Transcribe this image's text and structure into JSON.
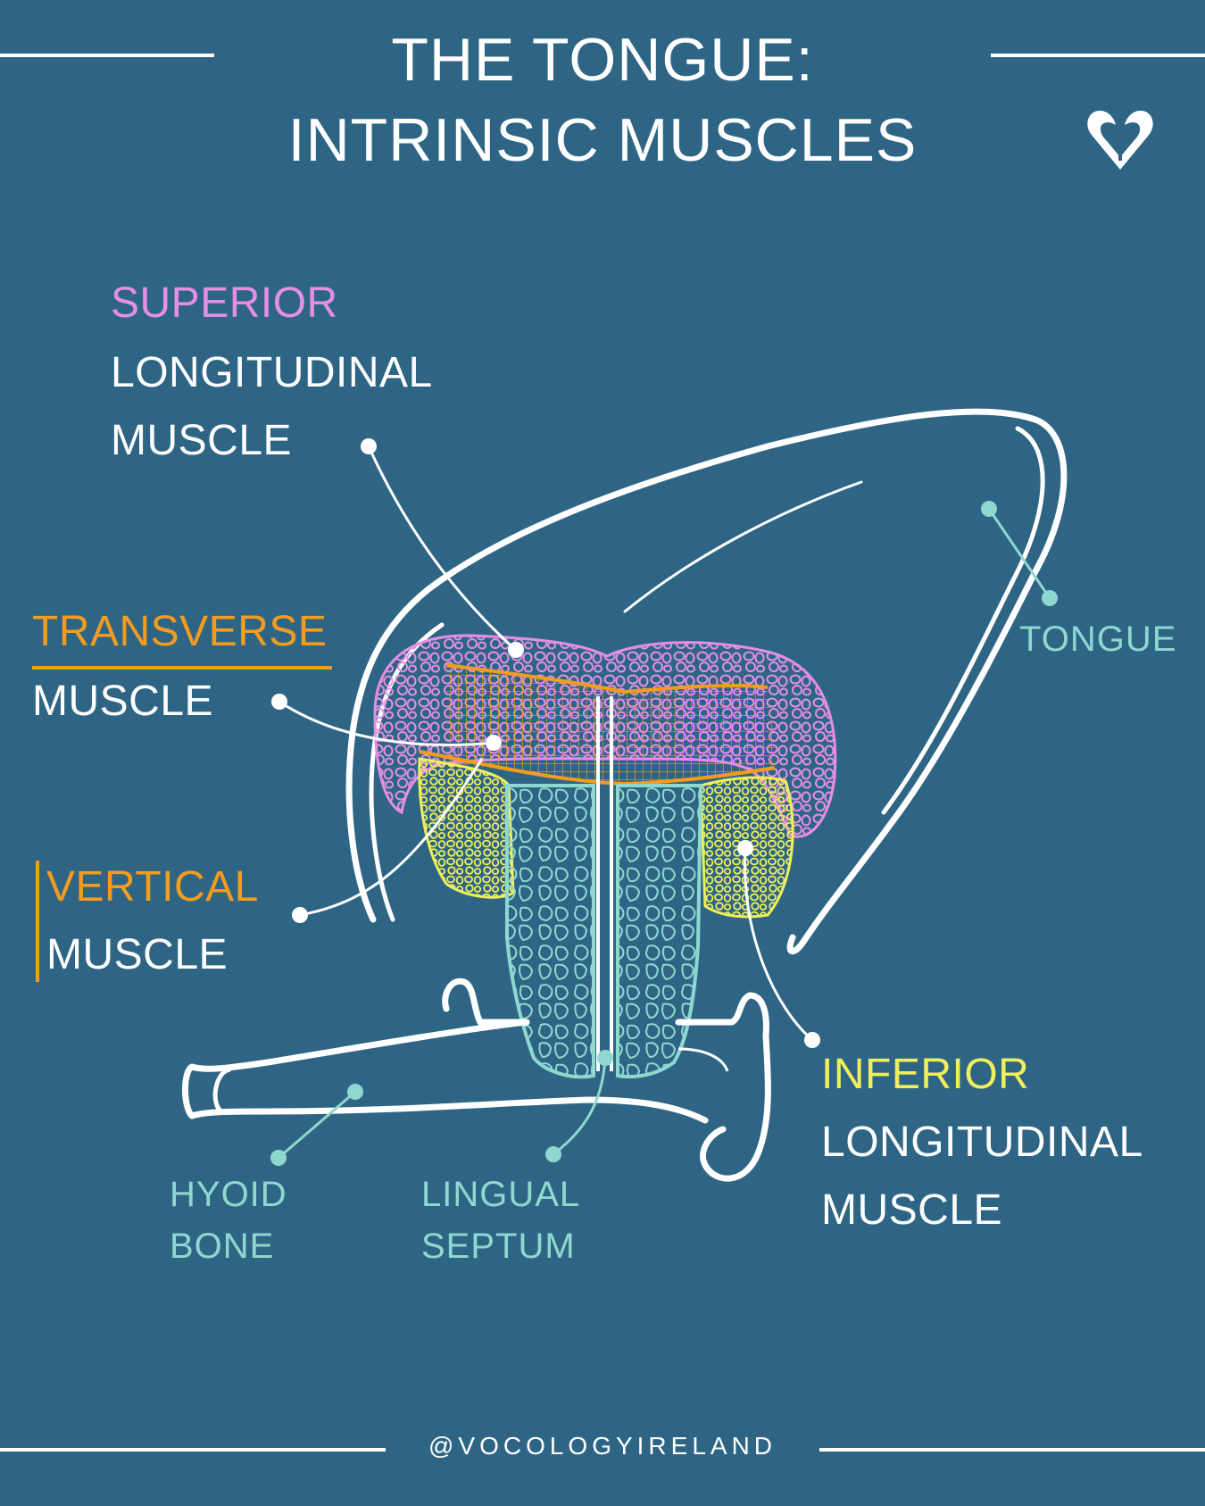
{
  "title": {
    "line1": "THE TONGUE:",
    "line2": "INTRINSIC MUSCLES"
  },
  "labels": {
    "superior": {
      "highlight": "SUPERIOR",
      "line2": "LONGITUDINAL",
      "line3": "MUSCLE"
    },
    "transverse": {
      "highlight": "TRANSVERSE",
      "line2": "MUSCLE"
    },
    "vertical": {
      "highlight": "VERTICAL",
      "line2": "MUSCLE"
    },
    "inferior": {
      "highlight": "INFERIOR",
      "line2": "LONGITUDINAL",
      "line3": "MUSCLE"
    },
    "tongue": "TONGUE",
    "hyoid": {
      "line1": "HYOID",
      "line2": "BONE"
    },
    "septum": {
      "line1": "LINGUAL",
      "line2": "SEPTUM"
    }
  },
  "footer": "@VOCOLOGYIRELAND",
  "icons": [
    "vocology-heart-logo-icon"
  ],
  "colors": {
    "background": "#2e6585",
    "outline": "#ffffff",
    "superior": "#e58fe3",
    "transverse": "#f39c1e",
    "vertical": "#f0ee5c",
    "inferior": "#f0ee5c",
    "septum": "#8ed8d0",
    "white_text": "#ffffff"
  }
}
